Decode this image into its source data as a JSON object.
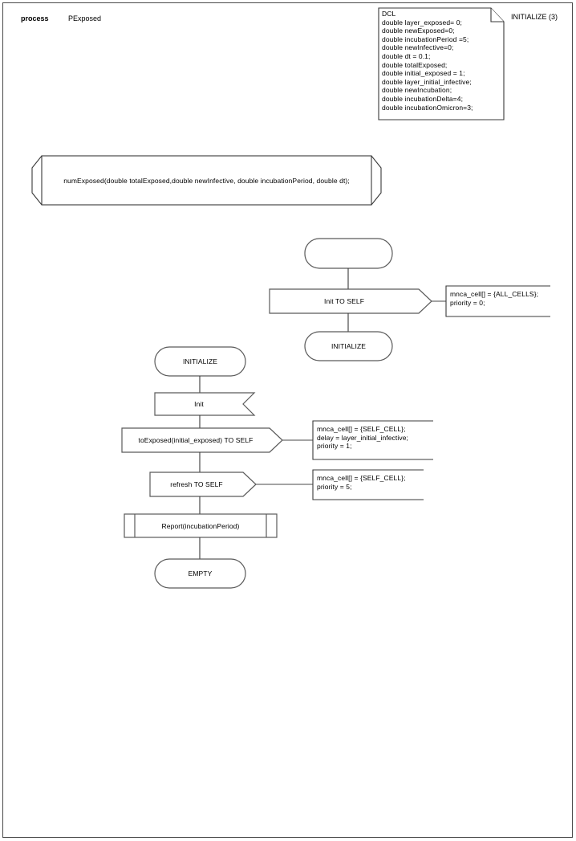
{
  "page": {
    "title": "PExposed process diagram",
    "header": {
      "keyword": "process",
      "name": "PExposed",
      "page_label": "INITIALIZE (3)"
    },
    "border_color": "#4a4a4a",
    "line_color": "#3a3a3a"
  },
  "declaration": {
    "name": "dcl-box",
    "keyword": "DCL",
    "lines": [
      "double layer_exposed= 0;",
      "double newExposed=0;",
      "double incubationPeriod =5;",
      "double newInfective=0;",
      "double dt = 0.1;",
      "double totalExposed;",
      "double initial_exposed = 1;",
      "double layer_initial_infective;",
      "double newIncubation;",
      "double incubationDelta=4;",
      "double incubationOmicron=3;"
    ],
    "text": "DCL\ndouble layer_exposed= 0;\ndouble newExposed=0;\ndouble incubationPeriod =5;\ndouble newInfective=0;\ndouble dt = 0.1;\ndouble totalExposed;\ndouble initial_exposed = 1;\ndouble layer_initial_infective;\ndouble newIncubation;\ndouble incubationDelta=4;\ndouble incubationOmicron=3;"
  },
  "procedure_decl": {
    "name": "numExposed-procedure",
    "signature": "numExposed(double totalExposed,double newInfective, double incubationPeriod, double dt);"
  },
  "branch_main": {
    "start_symbol_label": "",
    "output_init": "Init TO SELF",
    "state_initialize": "INITIALIZE",
    "comment_init": "mnca_cell[] = {ALL_CELLS};\npriority = 0;"
  },
  "branch_state": {
    "state_initialize": "INITIALIZE",
    "input_init": "Init",
    "output_toexposed": "toExposed(initial_exposed) TO SELF",
    "comment_toexposed": "mnca_cell[] = {SELF_CELL};\ndelay = layer_initial_infective;\npriority = 1;",
    "output_refresh": "refresh TO SELF",
    "comment_refresh": "mnca_cell[] = {SELF_CELL};\npriority = 5;",
    "procedure_call": "Report(incubationPeriod)",
    "state_empty": "EMPTY"
  }
}
